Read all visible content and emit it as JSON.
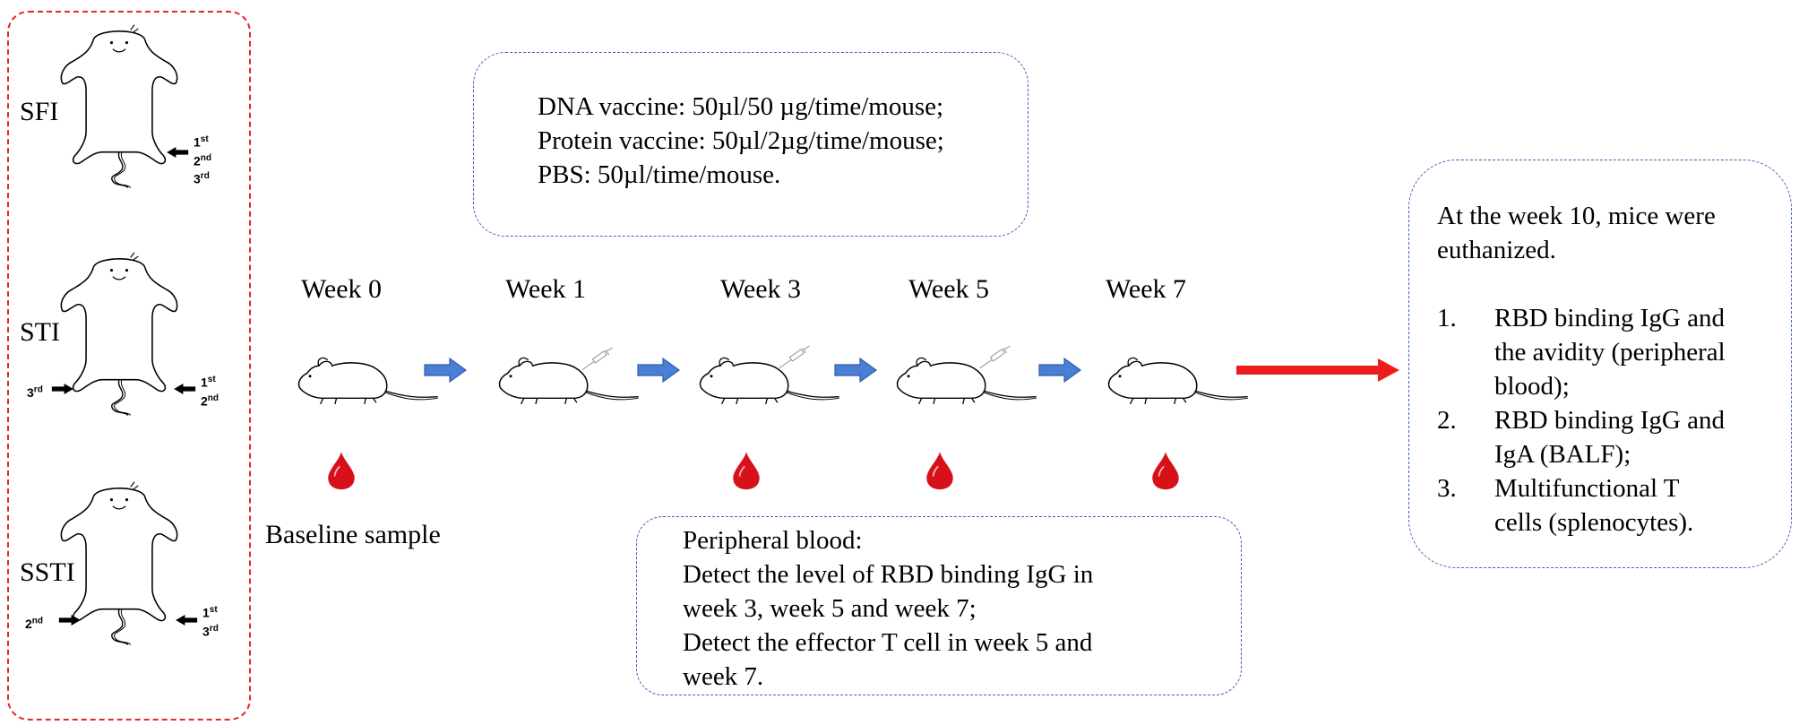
{
  "left_panel": {
    "groups": [
      {
        "name": "SFI",
        "right_labels": [
          "1st",
          "2nd",
          "3rd"
        ],
        "left_labels": []
      },
      {
        "name": "STI",
        "right_labels": [
          "1st",
          "2nd"
        ],
        "left_labels": [
          "3rd"
        ]
      },
      {
        "name": "SSTI",
        "right_labels": [
          "1st",
          "3rd"
        ],
        "left_labels": [
          "2nd"
        ]
      }
    ]
  },
  "dose_box": {
    "lines": [
      "DNA vaccine: 50µl/50 µg/time/mouse;",
      "Protein vaccine: 50µl/2µg/time/mouse;",
      "PBS: 50µl/time/mouse."
    ]
  },
  "timeline": {
    "weeks": [
      "Week 0",
      "Week 1",
      "Week 3",
      "Week 5",
      "Week 7"
    ],
    "baseline_label": "Baseline sample"
  },
  "blood_box": {
    "lines": [
      "Peripheral blood:",
      "Detect the level of RBD binding IgG in",
      "week 3, week 5 and week 7;",
      "Detect the effector T cell in week 5 and",
      "week 7."
    ]
  },
  "end_box": {
    "intro_line1": "At the week 10, mice were",
    "intro_line2": "euthanized.",
    "items": [
      {
        "num": "1.",
        "lines": [
          "RBD binding IgG and",
          "the avidity (peripheral",
          "blood);"
        ]
      },
      {
        "num": "2.",
        "lines": [
          "RBD binding IgG and",
          "IgA (BALF);"
        ]
      },
      {
        "num": "3.",
        "lines": [
          "Multifunctional T",
          "cells (splenocytes)."
        ]
      }
    ]
  },
  "colors": {
    "red_border": "#e0282d",
    "blue_border": "#3c62b8",
    "blue_arrow": "#4a7fd6",
    "red_arrow": "#ee1c1c",
    "blood_drop": "#d8101a"
  },
  "icons": [
    "mouse-icon",
    "syringe-icon",
    "blood-drop-icon",
    "arrow-right-icon",
    "mouse-pelt-icon"
  ]
}
